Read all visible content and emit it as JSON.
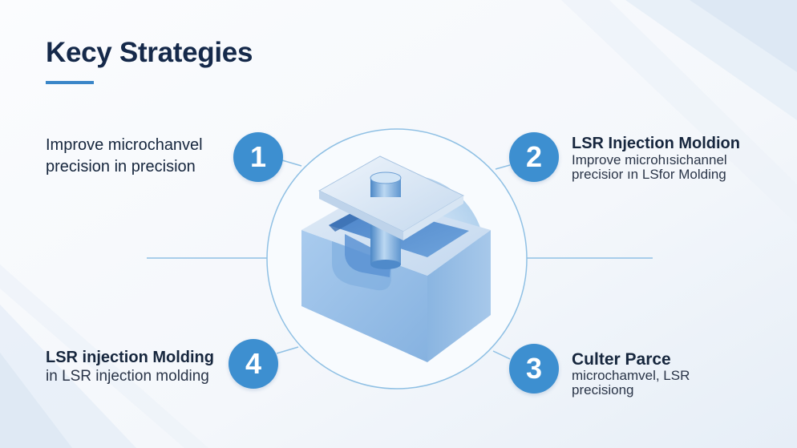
{
  "page": {
    "title": "Kecy Strategies"
  },
  "strategies": [
    {
      "number": "1",
      "lines": [
        "Improve microchanvel",
        "precision in precision"
      ]
    },
    {
      "number": "2",
      "heading": "LSR Injection Moldion",
      "sub_lines": [
        "Improve microhısichannel",
        "precisior ın LSfor Molding"
      ]
    },
    {
      "number": "3",
      "heading": "Culter Parce",
      "sub_lines": [
        "microchamvel, LSR",
        "precisiong"
      ]
    },
    {
      "number": "4",
      "heading": "LSR injection Molding",
      "sub_lines": [
        "in LSR injection molding"
      ]
    }
  ],
  "colors": {
    "accent": "#3d8fd0",
    "title": "#15294a",
    "underline": "#3a86c8",
    "line": "#8fc0e4"
  },
  "illustration": "mold-block-with-pin"
}
